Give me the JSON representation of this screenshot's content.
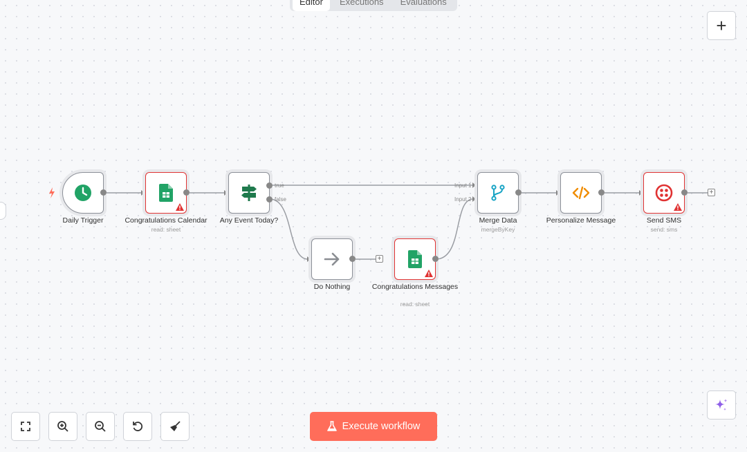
{
  "tabs": [
    {
      "label": "Editor",
      "active": true
    },
    {
      "label": "Executions",
      "active": false
    },
    {
      "label": "Evaluations",
      "active": false
    }
  ],
  "toolbar": {
    "add_node_label": "+"
  },
  "nodes": {
    "daily_trigger": {
      "label": "Daily Trigger",
      "icon": "clock-icon"
    },
    "congrats_calendar": {
      "label": "Congratulations Calendar",
      "sub": "read: sheet",
      "icon": "google-sheets-icon",
      "has_issue": true
    },
    "any_event": {
      "label": "Any Event Today?",
      "icon": "signpost-icon",
      "out_true": "true",
      "out_false": "false"
    },
    "do_nothing": {
      "label": "Do Nothing",
      "icon": "arrow-right-icon"
    },
    "congrats_messages": {
      "label": "Congratulations Messages",
      "sub": "read: sheet",
      "icon": "google-sheets-icon",
      "has_issue": true
    },
    "merge_data": {
      "label": "Merge Data",
      "sub": "mergeByKey",
      "icon": "merge-icon",
      "input1": "Input 1",
      "input2": "Input 2"
    },
    "personalize": {
      "label": "Personalize Message",
      "icon": "code-icon"
    },
    "send_sms": {
      "label": "Send SMS",
      "sub": "send: sms",
      "icon": "twilio-icon",
      "has_issue": true
    }
  },
  "controls": {
    "fit_view": "fit-view-icon",
    "zoom_in": "zoom-in-icon",
    "zoom_out": "zoom-out-icon",
    "reset_zoom": "reset-icon",
    "tidy_up": "broom-icon"
  },
  "execute_button": {
    "label": "Execute workflow",
    "color": "#ff6d5a"
  },
  "colors": {
    "accent": "#ff6d5a",
    "error": "#e03232",
    "sheets_green": "#21a366"
  }
}
